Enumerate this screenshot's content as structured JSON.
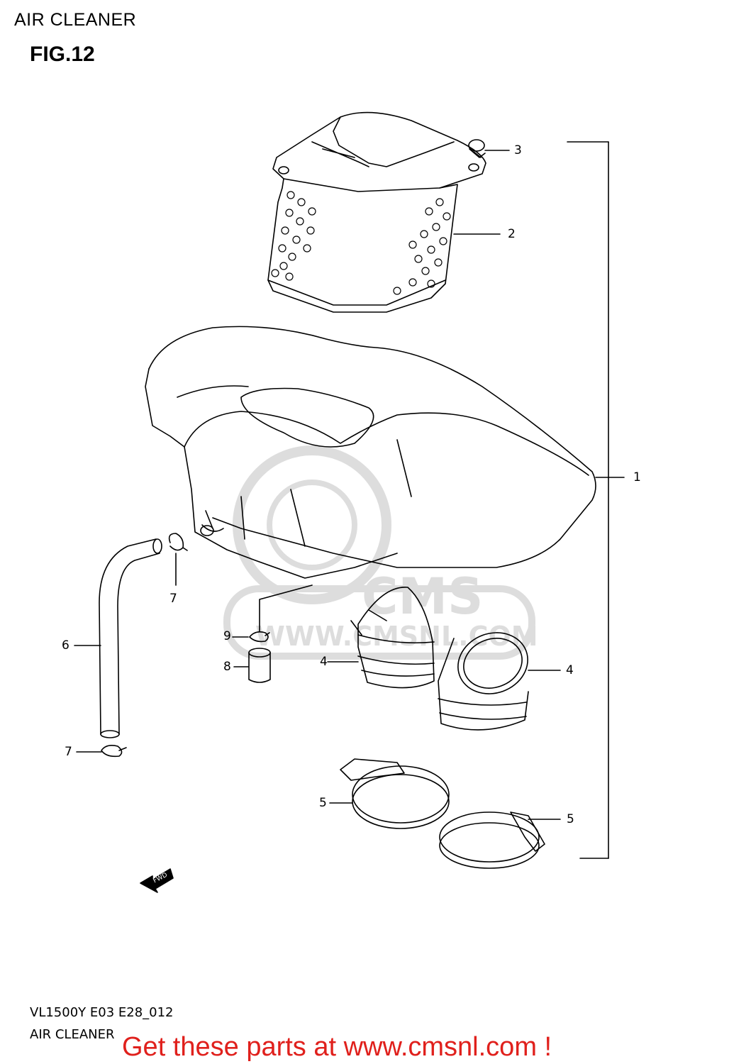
{
  "header": {
    "section_title": "AIR CLEANER",
    "figure_label": "FIG.12"
  },
  "callouts": [
    {
      "id": "c3",
      "number": "3"
    },
    {
      "id": "c2",
      "number": "2"
    },
    {
      "id": "c1",
      "number": "1"
    },
    {
      "id": "c7a",
      "number": "7"
    },
    {
      "id": "c6",
      "number": "6"
    },
    {
      "id": "c9",
      "number": "9"
    },
    {
      "id": "c8",
      "number": "8"
    },
    {
      "id": "c4a",
      "number": "4"
    },
    {
      "id": "c4b",
      "number": "4"
    },
    {
      "id": "c7b",
      "number": "7"
    },
    {
      "id": "c5a",
      "number": "5"
    },
    {
      "id": "c5b",
      "number": "5"
    }
  ],
  "fwd_label": "FWD",
  "footer": {
    "model_code": "VL1500Y E03 E28_012",
    "caption": "AIR CLEANER",
    "promo": "Get these parts at www.cmsnl.com !"
  },
  "watermark": {
    "brand": "CMS",
    "url": "WWW.CMSNL.COM"
  },
  "colors": {
    "line": "#000000",
    "promo": "#e0201c",
    "watermark": "#000000"
  }
}
